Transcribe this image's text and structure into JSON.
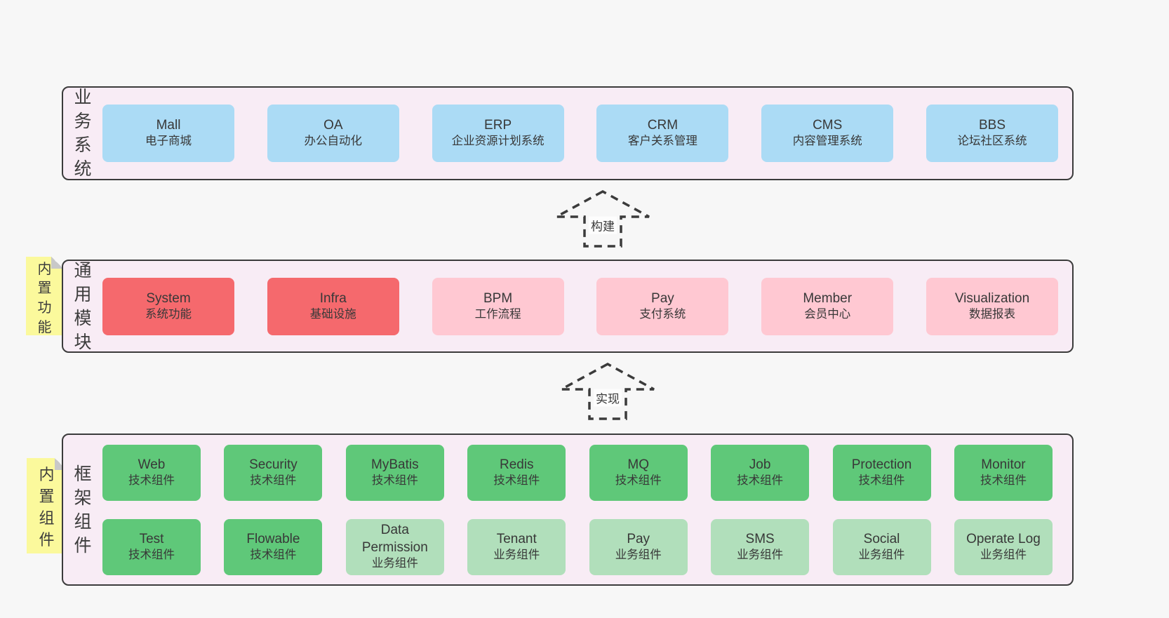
{
  "colors": {
    "page-bg": "#f7f7f7",
    "panel-bg": "#f8ecf5",
    "panel-border": "#3b3b3b",
    "box-blue": "#abdbf5",
    "box-red": "#f5696d",
    "box-pink": "#ffc8d2",
    "box-green": "#5fc879",
    "box-green-light": "#b1dfbb",
    "tab-yellow": "#fbf99c",
    "tab-fold": "#c8c8c8",
    "text": "#3a3a3a"
  },
  "arrows": [
    {
      "label": "构建"
    },
    {
      "label": "实现"
    }
  ],
  "layers": [
    {
      "label": "业务系统",
      "boxes": [
        {
          "name": "Mall",
          "desc": "电子商城",
          "variant": "blue"
        },
        {
          "name": "OA",
          "desc": "办公自动化",
          "variant": "blue"
        },
        {
          "name": "ERP",
          "desc": "企业资源计划系统",
          "variant": "blue"
        },
        {
          "name": "CRM",
          "desc": "客户关系管理",
          "variant": "blue"
        },
        {
          "name": "CMS",
          "desc": "内容管理系统",
          "variant": "blue"
        },
        {
          "name": "BBS",
          "desc": "论坛社区系统",
          "variant": "blue"
        }
      ]
    },
    {
      "label": "通用模块",
      "tab": "内置功能",
      "boxes": [
        {
          "name": "System",
          "desc": "系统功能",
          "variant": "red"
        },
        {
          "name": "Infra",
          "desc": "基础设施",
          "variant": "red"
        },
        {
          "name": "BPM",
          "desc": "工作流程",
          "variant": "pink"
        },
        {
          "name": "Pay",
          "desc": "支付系统",
          "variant": "pink"
        },
        {
          "name": "Member",
          "desc": "会员中心",
          "variant": "pink"
        },
        {
          "name": "Visualization",
          "desc": "数据报表",
          "variant": "pink"
        }
      ]
    },
    {
      "label": "框架组件",
      "tab": "内置组件",
      "rows": [
        [
          {
            "name": "Web",
            "desc": "技术组件",
            "variant": "green"
          },
          {
            "name": "Security",
            "desc": "技术组件",
            "variant": "green"
          },
          {
            "name": "MyBatis",
            "desc": "技术组件",
            "variant": "green"
          },
          {
            "name": "Redis",
            "desc": "技术组件",
            "variant": "green"
          },
          {
            "name": "MQ",
            "desc": "技术组件",
            "variant": "green"
          },
          {
            "name": "Job",
            "desc": "技术组件",
            "variant": "green"
          },
          {
            "name": "Protection",
            "desc": "技术组件",
            "variant": "green"
          },
          {
            "name": "Monitor",
            "desc": "技术组件",
            "variant": "green"
          }
        ],
        [
          {
            "name": "Test",
            "desc": "技术组件",
            "variant": "green"
          },
          {
            "name": "Flowable",
            "desc": "技术组件",
            "variant": "green"
          },
          {
            "name": "Data Permission",
            "desc": "业务组件",
            "variant": "green-light"
          },
          {
            "name": "Tenant",
            "desc": "业务组件",
            "variant": "green-light"
          },
          {
            "name": "Pay",
            "desc": "业务组件",
            "variant": "green-light"
          },
          {
            "name": "SMS",
            "desc": "业务组件",
            "variant": "green-light"
          },
          {
            "name": "Social",
            "desc": "业务组件",
            "variant": "green-light"
          },
          {
            "name": "Operate Log",
            "desc": "业务组件",
            "variant": "green-light"
          }
        ]
      ]
    }
  ]
}
